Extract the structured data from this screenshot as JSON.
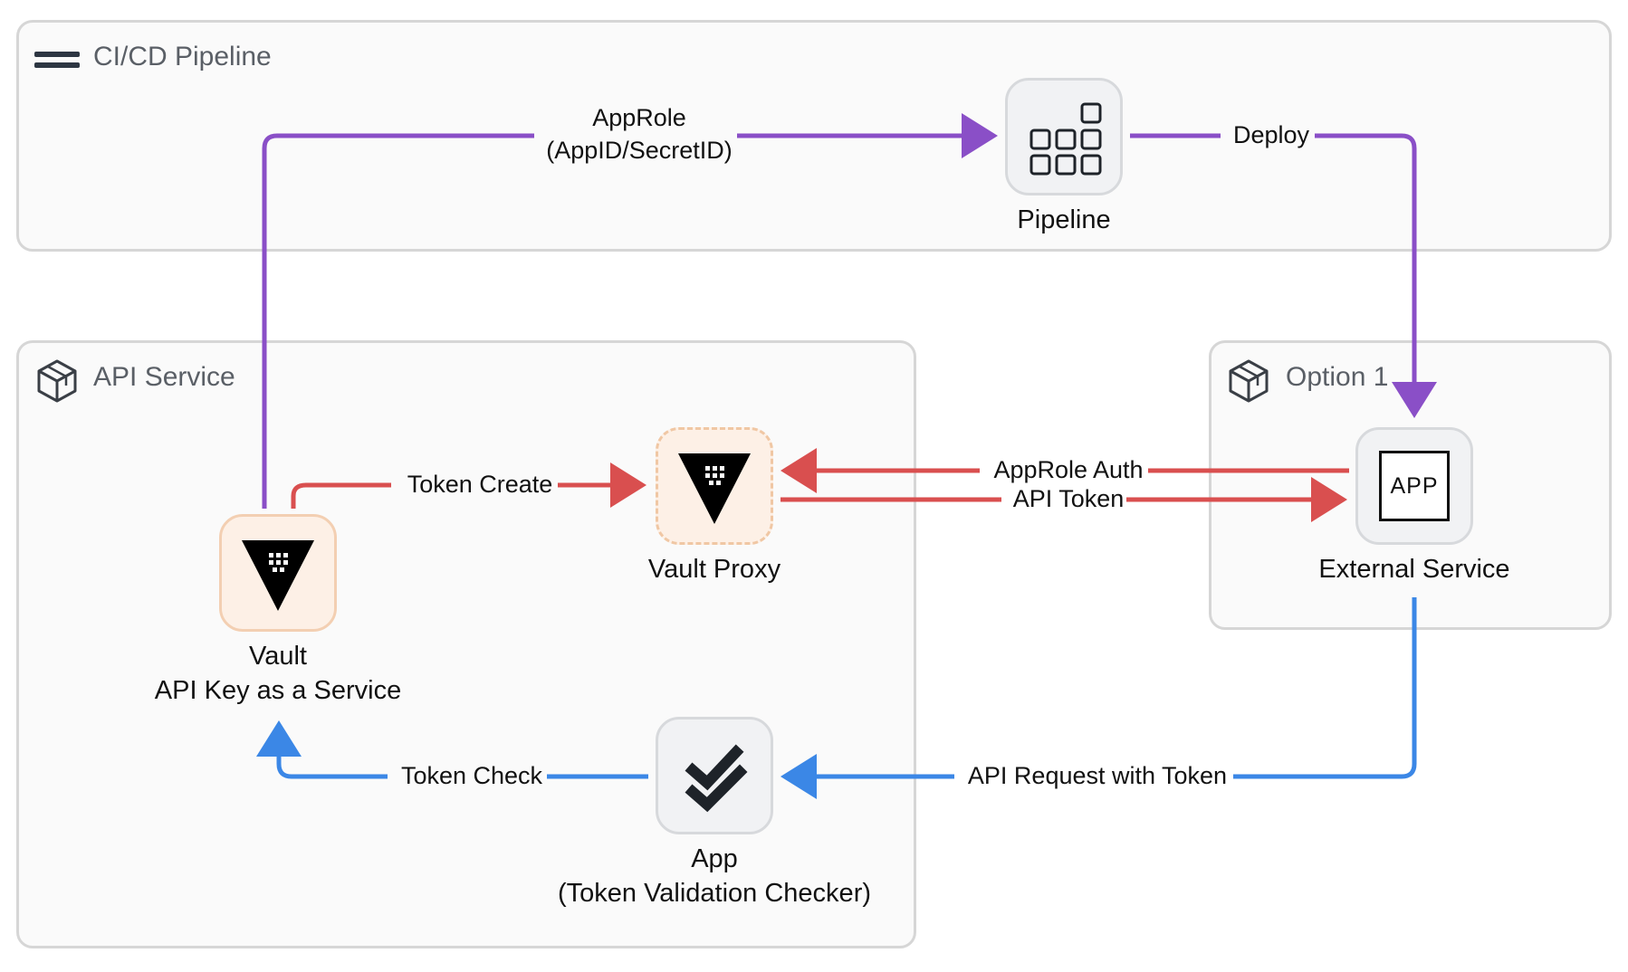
{
  "groups": {
    "cicd": {
      "title": "CI/CD Pipeline"
    },
    "api_service": {
      "title": "API Service"
    },
    "option1": {
      "title": "Option 1"
    }
  },
  "nodes": {
    "pipeline": {
      "label": "Pipeline",
      "icon": "grid-blocks-icon"
    },
    "vault": {
      "label_line1": "Vault",
      "label_line2": "API Key as a Service",
      "icon": "vault-triangle-icon"
    },
    "vault_proxy": {
      "label": "Vault Proxy",
      "icon": "vault-triangle-icon"
    },
    "external_service": {
      "label": "External Service",
      "badge": "APP"
    },
    "app": {
      "label_line1": "App",
      "label_line2": "(Token Validation Checker)",
      "icon": "double-check-icon"
    }
  },
  "edges": {
    "approle": {
      "line1": "AppRole",
      "line2": "(AppID/SecretID)",
      "color": "#8a4fc7"
    },
    "deploy": {
      "label": "Deploy",
      "color": "#8a4fc7"
    },
    "token_create": {
      "label": "Token Create",
      "color": "#d94f4f"
    },
    "approle_auth": {
      "label": "AppRole Auth",
      "color": "#d94f4f"
    },
    "api_token": {
      "label": "API Token",
      "color": "#d94f4f"
    },
    "api_request": {
      "label": "API Request with Token",
      "color": "#3b87e6"
    },
    "token_check": {
      "label": "Token Check",
      "color": "#3b87e6"
    }
  }
}
